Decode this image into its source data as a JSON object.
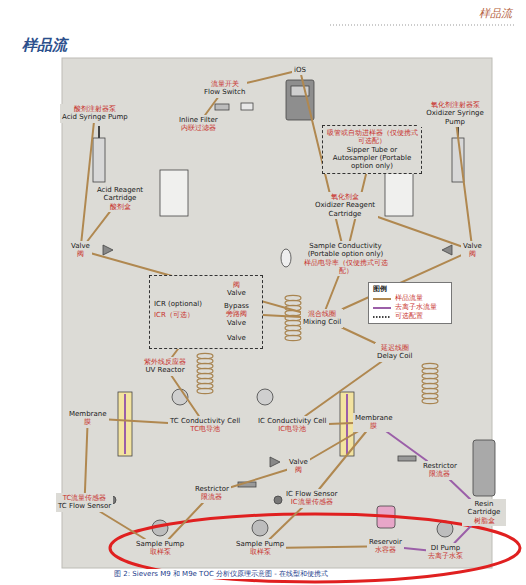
{
  "diagram": {
    "title": "样品流",
    "caption": "图 2: Sievers M9 和 M9e TOC 分析仪原理示意图 - 在线型和便携式",
    "nodes": [
      {
        "text": [
          "流量开关",
          "Flow Switch"
        ]
      },
      {
        "text": [
          "Inline Filter",
          "内联过滤器"
        ]
      },
      {
        "text": [
          "iOS"
        ]
      },
      {
        "text": [
          "吸管或自动进样器（仅便携式可选配）",
          "Sipper Tube or Autosampler (Portable option only)"
        ]
      },
      {
        "text": [
          "酸剂注射器泵",
          "Acid Syringe Pump"
        ]
      },
      {
        "text": [
          "Acid Reagent Cartridge",
          "酸剂盒"
        ]
      },
      {
        "text": [
          "氧化剂盒",
          "Oxidizer Reagent Cartridge"
        ]
      },
      {
        "text": [
          "氧化剂注射器泵",
          "Oxidizer Syringe Pump"
        ]
      },
      {
        "text": [
          "Sample Conductivity (Portable option only)",
          "样品电导率（仅便携式可选配）"
        ]
      },
      {
        "text": [
          "Valve",
          "阀"
        ]
      },
      {
        "text": [
          "Valve",
          "阀"
        ]
      },
      {
        "text": [
          "ICR (optional)",
          "ICR（可选）"
        ]
      },
      {
        "text": [
          "阀",
          "Valve"
        ],
        "in": 11
      },
      {
        "text": [
          "Bypass",
          "旁路阀",
          "Valve"
        ],
        "in": 11
      },
      {
        "text": [
          "Valve"
        ],
        "in": 11
      },
      {
        "text": [
          "混合线圈",
          "Mixing Coil"
        ]
      },
      {
        "text": [
          "紫外线反应器",
          "UV Reactor"
        ]
      },
      {
        "text": [
          "延迟线圈",
          "Delay Coil"
        ]
      },
      {
        "text": [
          "TC Conductivity Cell",
          "TC电导池"
        ]
      },
      {
        "text": [
          "IC Conductivity Cell",
          "IC电导池"
        ]
      },
      {
        "text": [
          "Membrane",
          "膜"
        ]
      },
      {
        "text": [
          "Membrane",
          "膜"
        ]
      },
      {
        "text": [
          "Valve",
          "阀"
        ]
      },
      {
        "text": [
          "Restrictor",
          "限流器"
        ]
      },
      {
        "text": [
          "Restrictor",
          "限流器"
        ]
      },
      {
        "text": [
          "TC流量传感器",
          "TC Flow Sensor"
        ]
      },
      {
        "text": [
          "IC Flow Sensor",
          "IC流量传感器"
        ]
      },
      {
        "text": [
          "Sample Pump",
          "取样泵"
        ]
      },
      {
        "text": [
          "Sample Pump",
          "取样泵"
        ]
      },
      {
        "text": [
          "Reservoir",
          "水容器"
        ]
      },
      {
        "text": [
          "DI Pump",
          "去离子水泵"
        ]
      },
      {
        "text": [
          "Resin Cartridge",
          "树脂盒"
        ]
      }
    ],
    "edges": [
      {
        "from": 1,
        "to": 0,
        "arrow": "none"
      },
      {
        "from": 0,
        "to": 2,
        "arrow": "none"
      },
      {
        "from": 2,
        "to": 8,
        "arrow": "none"
      },
      {
        "from": 3,
        "to": 8,
        "arrow": "none"
      },
      {
        "from": 8,
        "to": 15,
        "arrow": "none"
      },
      {
        "from": 4,
        "to": 9,
        "arrow": "none"
      },
      {
        "from": 5,
        "to": 9,
        "arrow": "none"
      },
      {
        "from": 9,
        "to": 15,
        "arrow": "none"
      },
      {
        "from": 7,
        "to": 10,
        "arrow": "none"
      },
      {
        "from": 6,
        "to": 10,
        "arrow": "none"
      },
      {
        "from": 10,
        "to": 15,
        "arrow": "none"
      },
      {
        "from": 15,
        "to": 11,
        "arrow": "none"
      },
      {
        "from": 12,
        "to": 13,
        "arrow": "none"
      },
      {
        "from": 13,
        "to": 14,
        "arrow": "none"
      },
      {
        "from": 11,
        "to": 16,
        "arrow": "none"
      },
      {
        "from": 15,
        "to": 17,
        "arrow": "none"
      },
      {
        "from": 16,
        "to": 18,
        "arrow": "none"
      },
      {
        "from": 17,
        "to": 19,
        "arrow": "none"
      },
      {
        "from": 18,
        "to": 20,
        "arrow": "none"
      },
      {
        "from": 19,
        "to": 21,
        "arrow": "none"
      },
      {
        "from": 20,
        "to": 25,
        "arrow": "none"
      },
      {
        "from": 21,
        "to": 22,
        "arrow": "none"
      },
      {
        "from": 22,
        "to": 24,
        "arrow": "none"
      },
      {
        "from": 25,
        "to": 27,
        "arrow": "none"
      },
      {
        "from": 21,
        "to": 26,
        "arrow": "none"
      },
      {
        "from": 26,
        "to": 28,
        "arrow": "none"
      },
      {
        "from": 24,
        "to": 27,
        "arrow": "none"
      },
      {
        "from": 28,
        "to": 29,
        "arrow": "none"
      },
      {
        "from": 29,
        "to": 30,
        "arrow": "none"
      },
      {
        "from": 30,
        "to": 31,
        "arrow": "none"
      },
      {
        "from": 31,
        "to": 23,
        "arrow": "none"
      },
      {
        "from": 23,
        "to": 21,
        "arrow": "none"
      }
    ],
    "labels": [
      "样品流",
      "图例"
    ],
    "legend": [
      {
        "text": "样品流量"
      },
      {
        "text": "去离子水流量"
      },
      {
        "text": "可选配置"
      }
    ]
  }
}
